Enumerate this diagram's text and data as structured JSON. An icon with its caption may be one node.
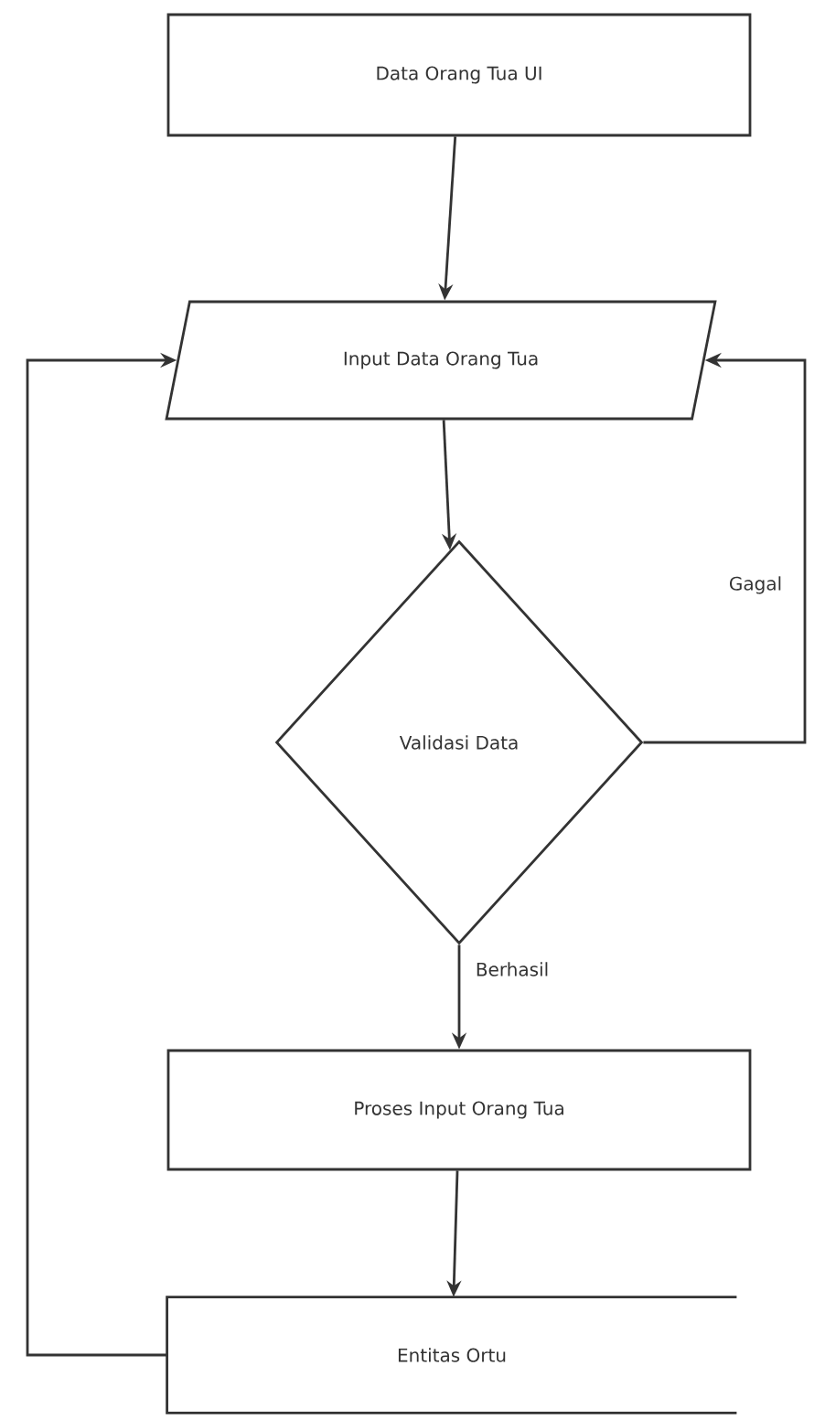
{
  "diagram": {
    "nodes": [
      {
        "text": [
          "Data Orang Tua UI"
        ]
      },
      {
        "text": [
          "Input Data Orang Tua"
        ]
      },
      {
        "text": [
          "Validasi Data"
        ]
      },
      {
        "text": [
          "Proses Input Orang Tua"
        ]
      },
      {
        "text": [
          "Entitas Ortu"
        ]
      }
    ],
    "edges": [
      {
        "from": 0,
        "to": 1,
        "arrow": "to"
      },
      {
        "from": 1,
        "to": 2,
        "arrow": "to"
      },
      {
        "from": 2,
        "to": 3,
        "arrow": "to",
        "label": "Berhasil"
      },
      {
        "from": 2,
        "to": 1,
        "arrow": "to",
        "label": "Gagal"
      },
      {
        "from": 3,
        "to": 4,
        "arrow": "to"
      },
      {
        "from": 4,
        "to": 1,
        "arrow": "to"
      }
    ]
  }
}
